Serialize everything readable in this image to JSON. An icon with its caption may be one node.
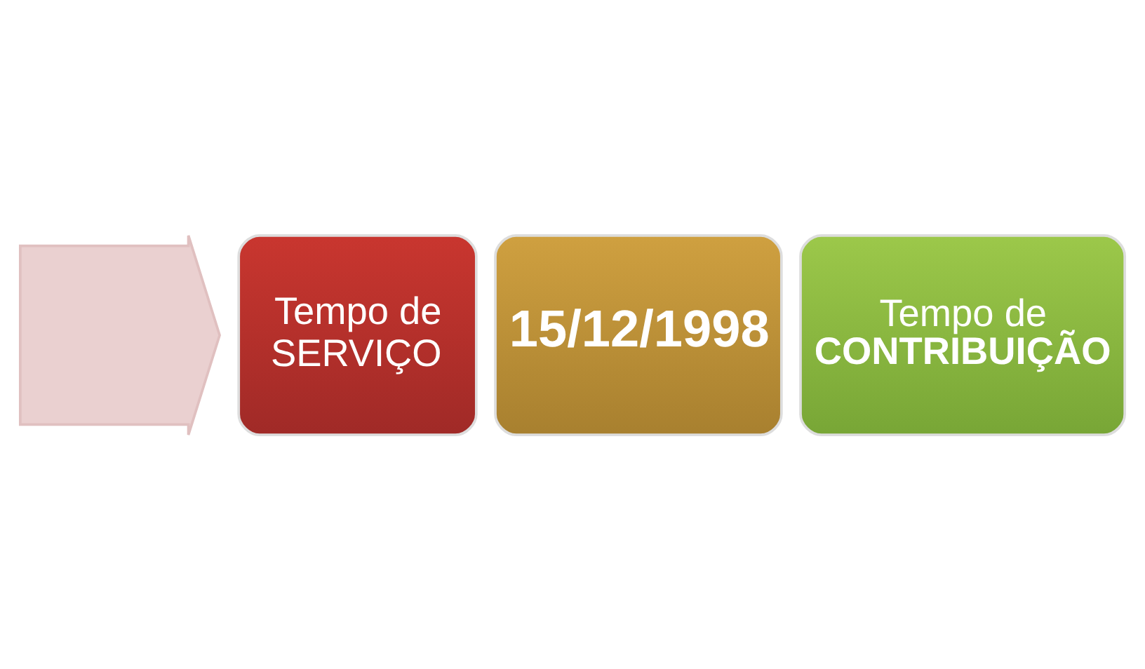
{
  "diagram": {
    "nodes": [
      {
        "text": [],
        "shape": "arrow"
      },
      {
        "text": [
          "Tempo de SERVIÇO"
        ]
      },
      {
        "text": [
          "15/12/1998"
        ]
      },
      {
        "text": [
          "Tempo de **CONTRIBUIÇÃO**"
        ]
      }
    ]
  }
}
